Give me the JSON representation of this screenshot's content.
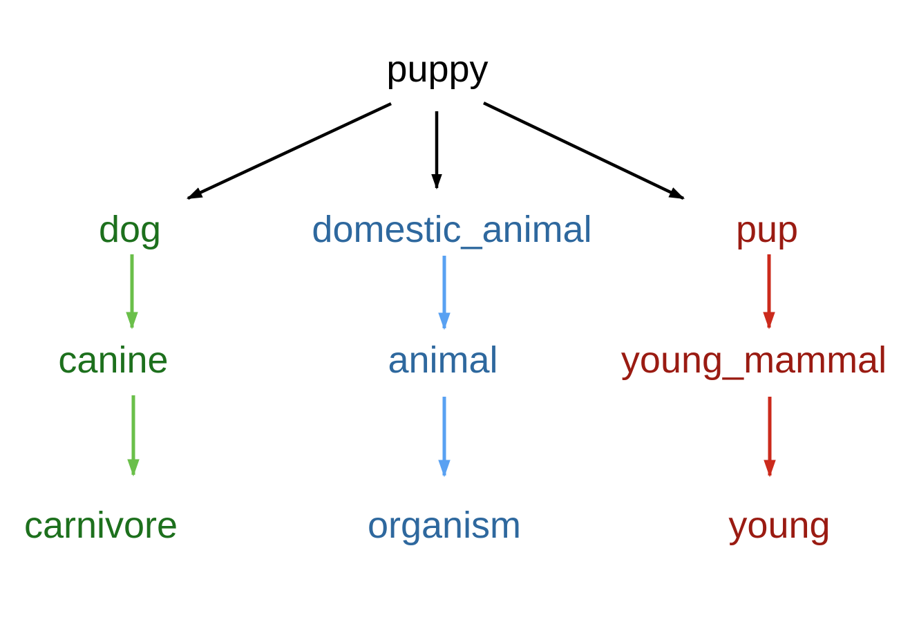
{
  "tree": {
    "root": {
      "label": "puppy",
      "text_color": "#000000",
      "edge_color": "#000000"
    },
    "branches": [
      {
        "text_color": "#1d701d",
        "arrow_color": "#6abf4a",
        "nodes": [
          "dog",
          "canine",
          "carnivore"
        ]
      },
      {
        "text_color": "#2e689e",
        "arrow_color": "#59a1f2",
        "nodes": [
          "domestic_animal",
          "animal",
          "organism"
        ]
      },
      {
        "text_color": "#9a1b12",
        "arrow_color": "#cb2a1c",
        "nodes": [
          "pup",
          "young_mammal",
          "young"
        ]
      }
    ]
  }
}
